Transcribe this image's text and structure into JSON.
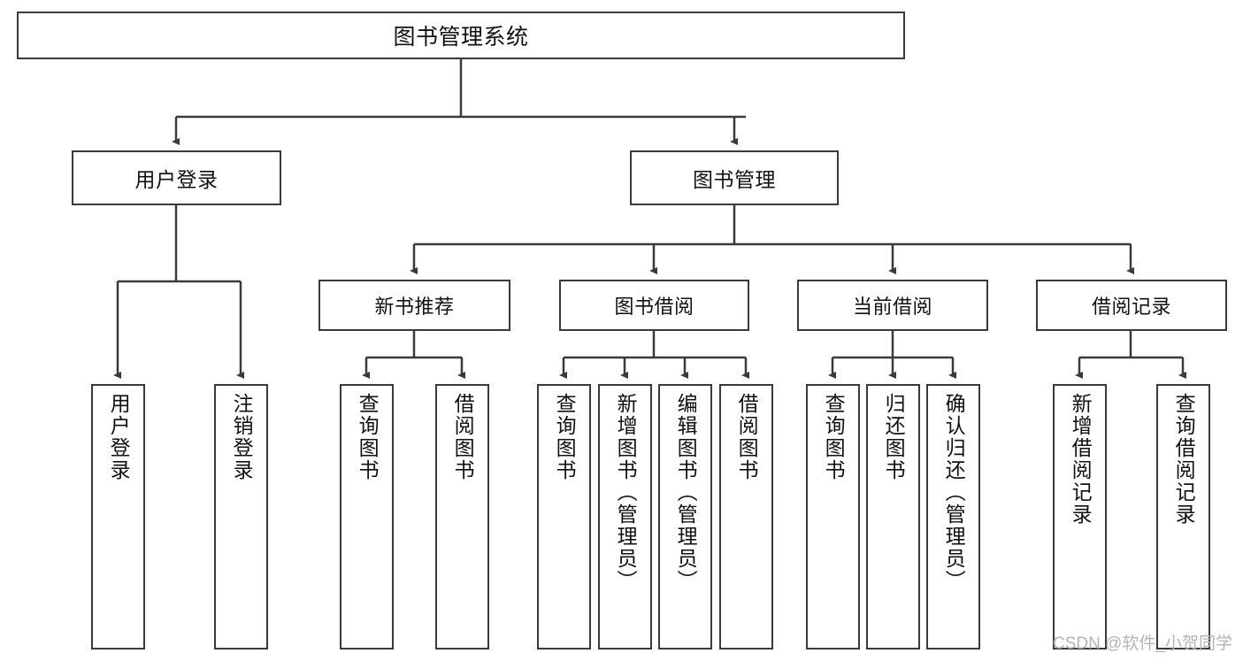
{
  "diagram": {
    "title": "图书管理系统",
    "type": "tree",
    "orientation": "top-down",
    "colors": {
      "box_border": "#3a3a3a",
      "box_fill": "#ffffff",
      "connector": "#3a3a3a",
      "text": "#111111",
      "watermark": "#b4b4b4",
      "background": "#ffffff"
    }
  },
  "watermark": {
    "text": "CSDN @软件_小贺同学"
  },
  "nodes": {
    "root": {
      "label": "图书管理系统"
    },
    "level2": [
      {
        "id": "user-login",
        "label": "用户登录"
      },
      {
        "id": "book-manage",
        "label": "图书管理"
      }
    ],
    "level3": [
      {
        "id": "new-book-recommend",
        "label": "新书推荐"
      },
      {
        "id": "book-borrow",
        "label": "图书借阅"
      },
      {
        "id": "current-borrow",
        "label": "当前借阅"
      },
      {
        "id": "borrow-record",
        "label": "借阅记录"
      }
    ],
    "leaves": {
      "user-login": [
        {
          "id": "leaf-user-login",
          "label": "用户登录"
        },
        {
          "id": "leaf-user-logout",
          "label": "注销登录"
        }
      ],
      "new-book-recommend": [
        {
          "id": "leaf-query-book-1",
          "label": "查询图书"
        },
        {
          "id": "leaf-borrow-book-1",
          "label": "借阅图书"
        }
      ],
      "book-borrow": [
        {
          "id": "leaf-query-book-2",
          "label": "查询图书"
        },
        {
          "id": "leaf-add-book",
          "label": "新增图书（管理员）"
        },
        {
          "id": "leaf-edit-book",
          "label": "编辑图书（管理员）"
        },
        {
          "id": "leaf-borrow-book-2",
          "label": "借阅图书"
        }
      ],
      "current-borrow": [
        {
          "id": "leaf-query-book-3",
          "label": "查询图书"
        },
        {
          "id": "leaf-return-book",
          "label": "归还图书"
        },
        {
          "id": "leaf-confirm-return",
          "label": "确认归还（管理员）"
        }
      ],
      "borrow-record": [
        {
          "id": "leaf-add-record",
          "label": "新增借阅记录"
        },
        {
          "id": "leaf-query-record",
          "label": "查询借阅记录"
        }
      ]
    }
  }
}
